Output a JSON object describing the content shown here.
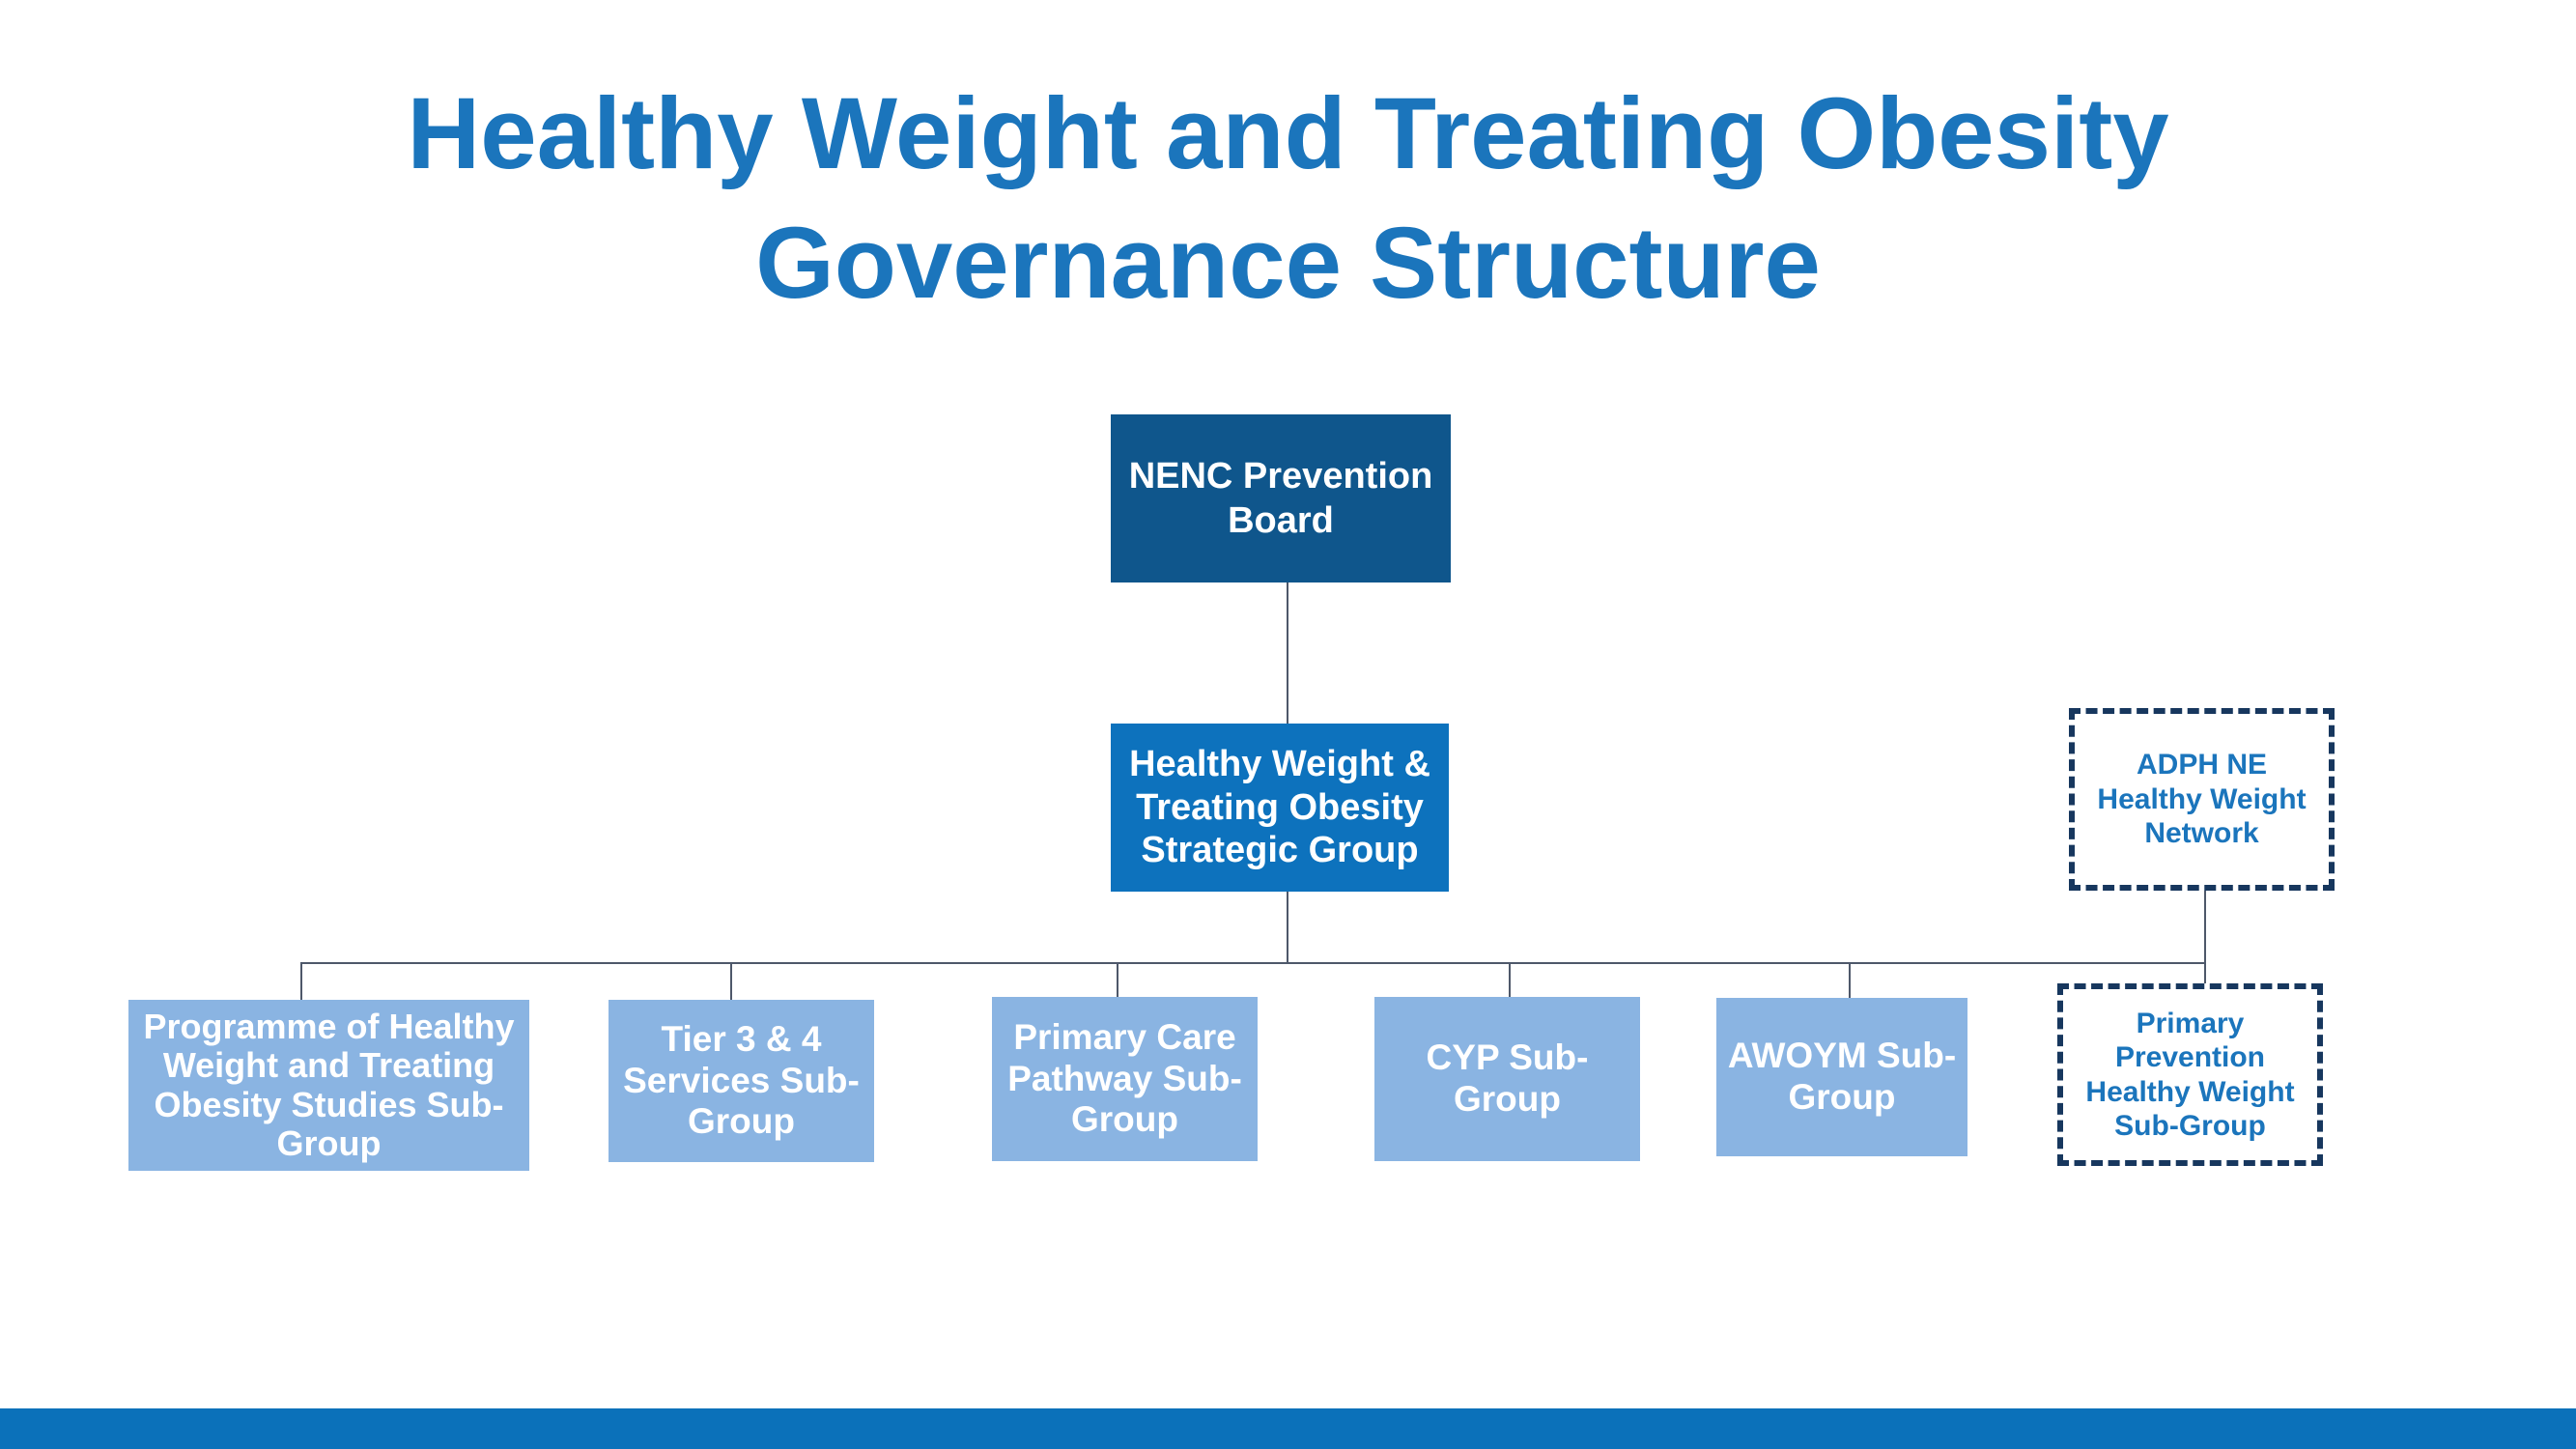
{
  "slide": {
    "title": {
      "line1": "Healthy Weight and Treating Obesity",
      "line2": "Governance Structure"
    }
  },
  "colors": {
    "title_text": "#1b75bc",
    "board_box_fill": "#0f568c",
    "strategic_box_fill": "#0d72bd",
    "subgroup_box_fill": "#8ab4e2",
    "solid_box_text": "#ffffff",
    "dashed_box_border": "#17375e",
    "dashed_box_text": "#1b75bc",
    "connector_line": "#4e586a",
    "footer_bar": "#0b71ba"
  },
  "org_chart": {
    "board": {
      "label": "NENC Prevention Board"
    },
    "strategic_group": {
      "label": "Healthy Weight & Treating Obesity Strategic Group"
    },
    "network": {
      "label": "ADPH NE Healthy Weight Network"
    },
    "subgroups": [
      {
        "label": "Programme of Healthy Weight and Treating Obesity Studies Sub-Group"
      },
      {
        "label": "Tier 3 & 4 Services Sub-Group"
      },
      {
        "label": "Primary Care Pathway Sub-Group"
      },
      {
        "label": "CYP Sub-Group"
      },
      {
        "label": "AWOYM Sub-Group"
      },
      {
        "label": "Primary Prevention Healthy Weight Sub-Group"
      }
    ]
  }
}
